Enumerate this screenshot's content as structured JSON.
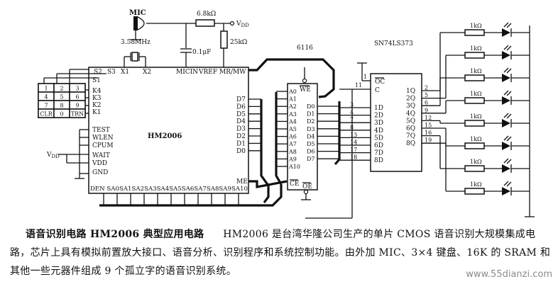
{
  "schematic": {
    "mic_label": "MIC",
    "vdd_label": "V",
    "vdd_sub": "DD",
    "r_68k": "6.8kΩ",
    "r_25k": "25kΩ",
    "cap_label": "0.1μF",
    "crystal_label": "3.58MHz",
    "hm2006": {
      "name": "HM2006",
      "top_pins": [
        "S2",
        "S3",
        "X1",
        "X2",
        "MICIN",
        "VREF",
        "MR/MW"
      ],
      "left_pins": [
        "S1",
        "K4",
        "K3",
        "K2",
        "K1",
        "TEST",
        "WLEN",
        "CPUM",
        "WAIT",
        "VDD",
        "GND"
      ],
      "data_pins": [
        "D7",
        "D6",
        "D5",
        "D4",
        "D3",
        "D2",
        "D1",
        "D0"
      ],
      "me_pin": "ME",
      "bottom_pins": "DEN SA0SA1SA2SA3SA4SA5SA6SA7SA8SA9SA10"
    },
    "keypad": {
      "keys": [
        [
          "1",
          "2",
          "3"
        ],
        [
          "4",
          "5",
          "6"
        ],
        [
          "7",
          "8",
          "9"
        ],
        [
          "CLR",
          "0",
          "TRN"
        ]
      ]
    },
    "sram": {
      "name": "6116",
      "address_pins": [
        "A0",
        "A1",
        "A2",
        "A3",
        "A4",
        "A5",
        "A6",
        "A7",
        "A8",
        "A9",
        "A10"
      ],
      "data_pins": [
        "D0",
        "D1",
        "D2",
        "D3",
        "D4",
        "D5",
        "D6",
        "D7"
      ],
      "we_pin": "WE",
      "ce_pin": "CE",
      "oe_pin": "OE"
    },
    "latch": {
      "name": "SN74LS373",
      "inputs": [
        "OC",
        "C",
        "1D",
        "2D",
        "3D",
        "4D",
        "5D",
        "6D",
        "7D",
        "8D"
      ],
      "outputs": [
        "1Q",
        "2Q",
        "3Q",
        "4Q",
        "5Q",
        "6Q",
        "7Q",
        "8Q"
      ],
      "input_pin_numbers": [
        "1",
        "11",
        "3",
        "4",
        "7",
        "8",
        "13",
        "14",
        "17",
        "18"
      ],
      "output_pin_numbers": [
        "2",
        "5",
        "6",
        "9",
        "12",
        "15",
        "16",
        "19"
      ]
    },
    "led_resistors": [
      "1kΩ",
      "1kΩ",
      "1kΩ",
      "1kΩ",
      "1kΩ",
      "1kΩ",
      "1kΩ",
      "1kΩ"
    ]
  },
  "caption": {
    "title": "语音识别电路 HM2006 典型应用电路",
    "body": "HM2006 是台湾华隆公司生产的单片 CMOS 语音识别大规模集成电路，芯片上具有模拟前置放大接口、语音分析、识别程序和系统控制功能。由外加 MIC、3×4 键盘、16K 的 SRAM 和其他一些元器件组成 9 个孤立字的语音识别系统。"
  },
  "watermark": "www.55dianzi.com"
}
